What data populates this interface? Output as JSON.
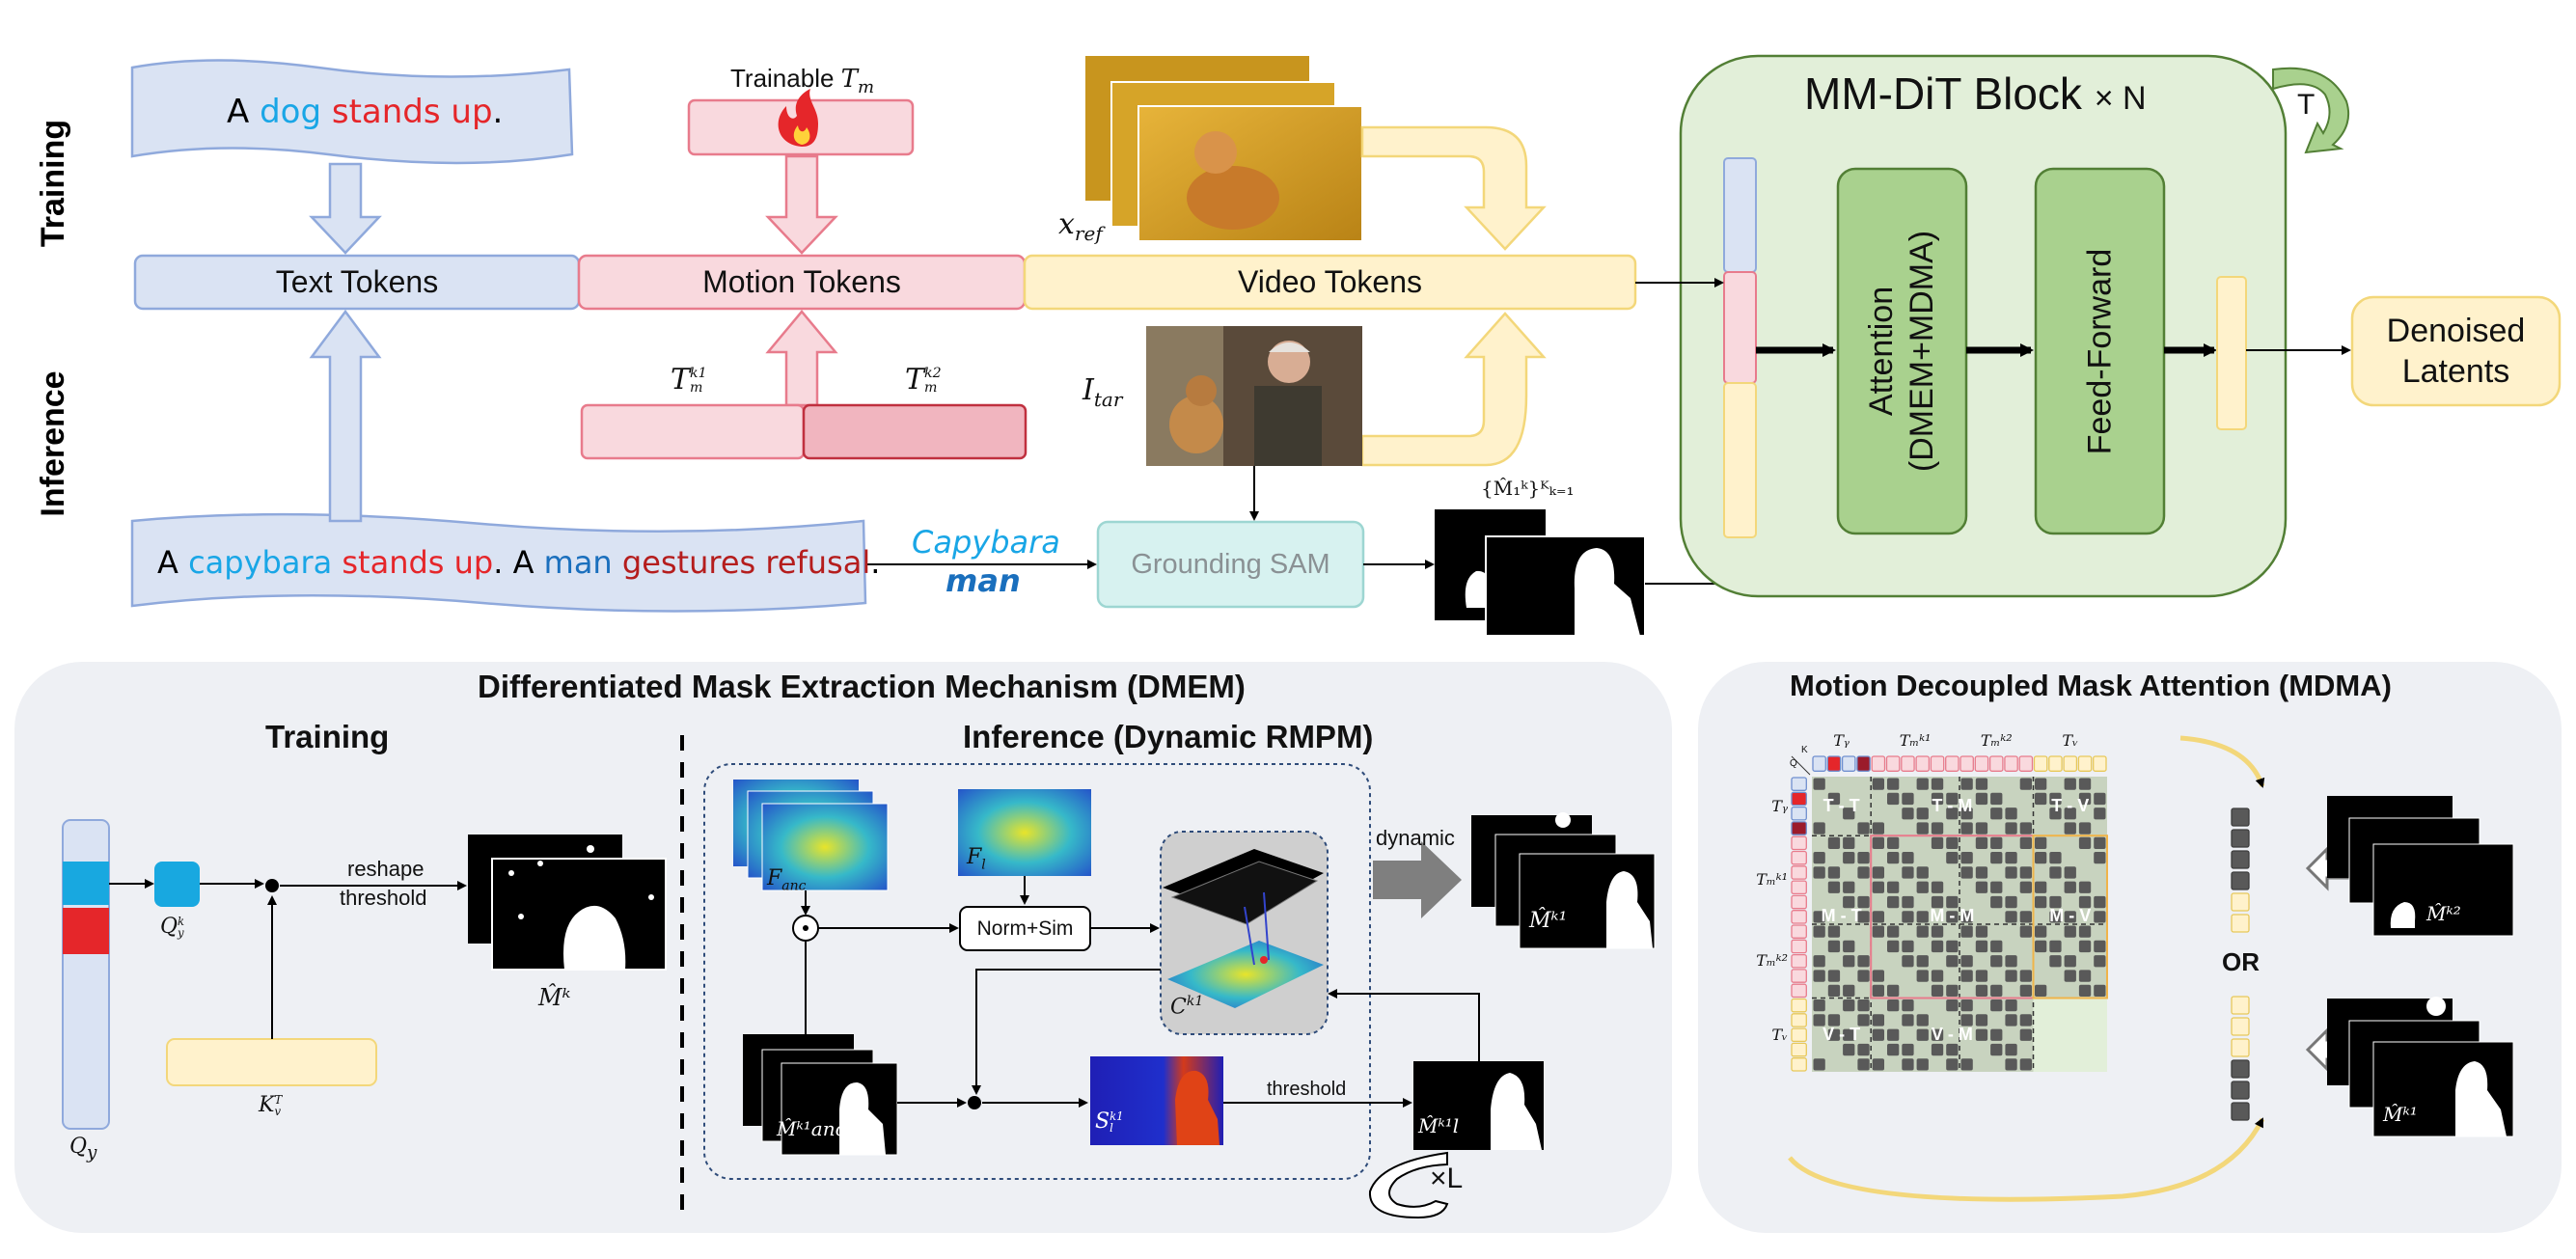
{
  "top": {
    "side_training": "Training",
    "side_inference": "Inference",
    "train_sentence": {
      "a": "A ",
      "subject": "dog",
      "sp": " ",
      "verb": "stands up",
      "end": "."
    },
    "infer_sentence": {
      "a1": "A ",
      "s1": "capybara",
      "sp1": " ",
      "v1": "stands up",
      "mid": ". A ",
      "s2": "man",
      "sp2": " ",
      "v2": "gestures refusal",
      "end": "."
    },
    "trainable_label": "Trainable ",
    "trainable_sym": "T",
    "trainable_sub": "m",
    "text_tokens": "Text Tokens",
    "motion_tokens": "Motion Tokens",
    "video_tokens": "Video Tokens",
    "tm_k1": "T",
    "tm_k1_sup": "k1",
    "tm_k1_sub": "m",
    "tm_k2": "T",
    "tm_k2_sup": "k2",
    "tm_k2_sub": "m",
    "x_ref": "x",
    "x_ref_sub": "ref",
    "i_tar": "I",
    "i_tar_sub": "tar",
    "prompt_subject1": "Capybara",
    "prompt_subject2": "man",
    "grounding_sam": "Grounding SAM",
    "mask_set_label": "{M̂₁ᵏ}ᴷₖ₌₁",
    "mmdit_title": "MM-DiT Block",
    "mmdit_times": "× N",
    "loop_label": "T",
    "attention_label": "Attention (DMEM+MDMA)",
    "ffn_label": "Feed-Forward",
    "denoised": [
      "Denoised",
      "Latents"
    ]
  },
  "dmem": {
    "title": "Differentiated Mask Extraction Mechanism (DMEM)",
    "training_title": "Training",
    "inference_title": "Inference (Dynamic RMPM)",
    "qy": "Q",
    "qy_sub": "y",
    "qyk": "Q",
    "qyk_sub": "y",
    "qyk_sup": "k",
    "kvt": "K",
    "kvt_sub": "v",
    "kvt_sup": "T",
    "reshape": "reshape",
    "threshold": "threshold",
    "mhat_k": "M̂ᵏ",
    "f_anc": "F",
    "f_anc_sub": "anc",
    "f_l": "F",
    "f_l_sub": "l",
    "norm_sim": "Norm+Sim",
    "c_k1": "C",
    "c_k1_sup": "k1",
    "dynamic": "dynamic",
    "m_k1": "M̂ᵏ¹",
    "m_anc": "M̂ᵏ¹anc",
    "s_l": "S",
    "s_l_sub": "l",
    "s_l_sup": "k1",
    "threshold2": "threshold",
    "m_l": "M̂ᵏ¹l",
    "times_l": "×L"
  },
  "mdma": {
    "title": "Motion Decoupled Mask Attention (MDMA)",
    "col_labels": [
      "Tᵧ",
      "Tₘᵏ¹",
      "Tₘᵏ²",
      "Tᵥ"
    ],
    "row_labels": [
      "Tᵧ",
      "Tₘᵏ¹",
      "Tₘᵏ²",
      "Tᵥ"
    ],
    "corner_q": "Q",
    "corner_k": "K",
    "blocks": {
      "tt": "T - T",
      "tm": "T - M",
      "tv": "T - V",
      "mt": "M - T",
      "mm": "M - M",
      "mv": "M - V",
      "vt": "V - T",
      "vm": "V - M"
    },
    "or": "OR",
    "m_k2": "M̂ᵏ²",
    "m_k1": "M̂ᵏ¹"
  },
  "colors": {
    "blue_fill": "#dae3f3",
    "blue_stroke": "#8fa9dc",
    "pink_fill": "#f9d9de",
    "pink_stroke": "#e87b8c",
    "yellow_fill": "#fff2cc",
    "yellow_stroke": "#f3d77a",
    "green_fill": "#e2efd9",
    "green_dark": "#a9d18e",
    "gray_panel": "#eef0f4"
  }
}
